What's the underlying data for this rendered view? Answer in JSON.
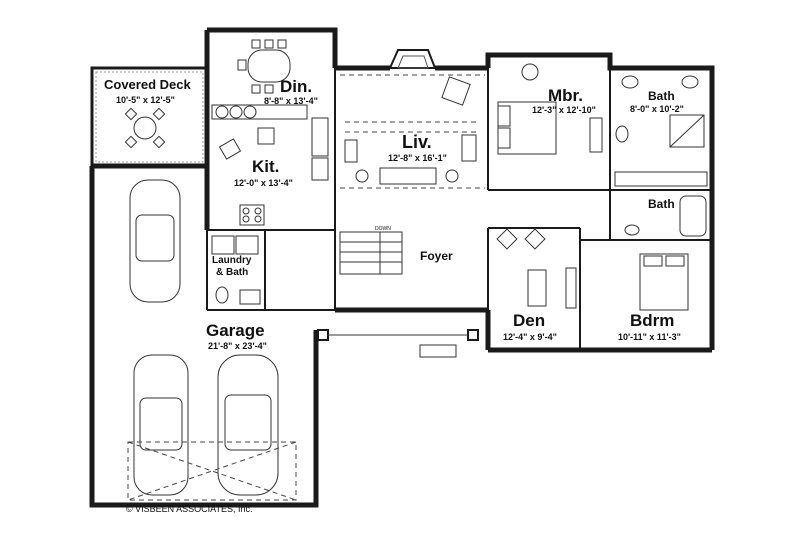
{
  "rooms": {
    "covered_deck": {
      "name": "Covered Deck",
      "dim": "10'-5\" x 12'-5\""
    },
    "dining": {
      "name": "Din.",
      "dim": "8'-8\" x 13'-4\""
    },
    "living": {
      "name": "Liv.",
      "dim": "12'-8\" x 16'-1\""
    },
    "master": {
      "name": "Mbr.",
      "dim": "12'-3\" x 12'-10\""
    },
    "master_bath": {
      "name": "Bath",
      "dim": "8'-0\" x 10'-2\""
    },
    "kitchen": {
      "name": "Kit.",
      "dim": "12'-0\" x 13'-4\""
    },
    "bath2": {
      "name": "Bath"
    },
    "laundry": {
      "line1": "Laundry",
      "line2": "& Bath"
    },
    "foyer": {
      "name": "Foyer"
    },
    "garage": {
      "name": "Garage",
      "dim": "21'-8\" x 23'-4\""
    },
    "den": {
      "name": "Den",
      "dim": "12'-4\" x 9'-4\""
    },
    "bedroom": {
      "name": "Bdrm",
      "dim": "10'-11\" x 11'-3\""
    }
  },
  "stair_label": "DOWN",
  "copyright": "© VISBEEN ASSOCIATES, Inc."
}
